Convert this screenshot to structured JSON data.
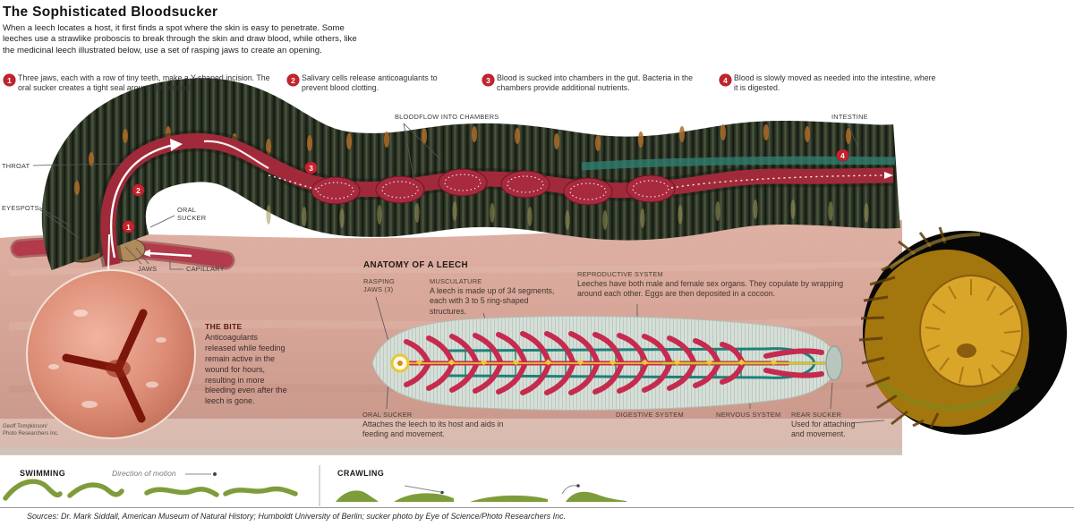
{
  "header": {
    "title": "The Sophisticated Bloodsucker",
    "intro": "When a leech locates a host, it first finds a spot where the skin is easy to penetrate. Some leeches use a strawlike proboscis to break through the skin and draw blood, while others, like the medicinal leech illustrated below, use a set of rasping jaws to create an opening."
  },
  "steps": [
    {
      "num": "1",
      "text": "Three jaws, each with a row of tiny teeth, make a Y-shaped incision. The oral sucker creates a tight seal around the wound."
    },
    {
      "num": "2",
      "text": "Salivary cells release anticoagulants to prevent blood clotting."
    },
    {
      "num": "3",
      "text": "Blood is sucked into chambers in the gut. Bacteria in the chambers provide additional nutrients."
    },
    {
      "num": "4",
      "text": "Blood is slowly moved as needed into the intestine, where it is digested."
    }
  ],
  "diagram": {
    "labels": {
      "throat": "THROAT",
      "eyespots": "EYESPOTS",
      "oral_sucker": "ORAL SUCKER",
      "jaws": "JAWS",
      "capillary": "CAPILLARY",
      "bloodflow": "BLOODFLOW INTO CHAMBERS",
      "intestine": "INTESTINE"
    },
    "markers": [
      "1",
      "2",
      "3",
      "4"
    ],
    "bite": {
      "title": "THE BITE",
      "text": "Anticoagulants released while feeding remain active in the wound for hours, resulting in more bleeding even after the leech is gone.",
      "credit": "Geoff Tompkinson/\nPhoto Researchers Inc."
    }
  },
  "anatomy": {
    "title": "ANATOMY OF A LEECH",
    "rasping_jaws_label": "RASPING JAWS (3)",
    "musculature_label": "MUSCULATURE",
    "musculature_text": "A leech is made up of 34 segments, each with 3 to 5 ring-shaped structures.",
    "reproductive_label": "REPRODUCTIVE SYSTEM",
    "reproductive_text": "Leeches have both male and female sex organs. They copulate by wrapping around each other. Eggs are then deposited in a cocoon.",
    "oral_sucker_label": "ORAL SUCKER",
    "oral_sucker_text": "Attaches the leech to its host and aids in feeding and movement.",
    "digestive_label": "DIGESTIVE SYSTEM",
    "nervous_label": "NERVOUS SYSTEM",
    "rear_sucker_label": "REAR SUCKER",
    "rear_sucker_text": "Used for attaching and movement."
  },
  "locomotion": {
    "swimming_label": "SWIMMING",
    "direction_label": "Direction of motion",
    "crawling_label": "CRAWLING"
  },
  "sources": "Sources: Dr. Mark Siddall, American Museum of Natural History; Humboldt University of Berlin; sucker photo by Eye of Science/Photo Researchers Inc.",
  "colors": {
    "badge_red": "#c4232e",
    "skin_pink": "#d9aca0",
    "leech_dark": "#2c352a",
    "gut_red": "#a52a3c",
    "intestine_teal": "#2e7d6e",
    "nerve_yellow": "#ecc22e",
    "locomotion_green": "#7f9c3a"
  }
}
